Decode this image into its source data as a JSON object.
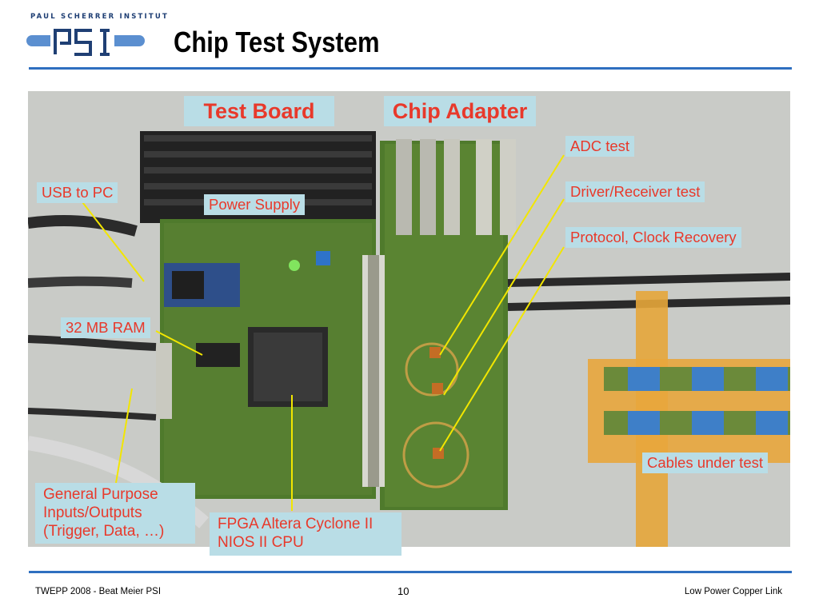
{
  "header": {
    "org_name": "PAUL SCHERRER INSTITUT",
    "logo_text": "PSI",
    "title": "Chip Test System"
  },
  "labels": {
    "test_board": "Test Board",
    "chip_adapter": "Chip Adapter",
    "usb_to_pc": "USB to PC",
    "power_supply": "Power Supply",
    "ram": "32 MB RAM",
    "adc_test": "ADC test",
    "driver_receiver": "Driver/Receiver test",
    "protocol_clock": "Protocol, Clock Recovery",
    "cables_under_test": "Cables under test",
    "gpio": [
      "General Purpose",
      "Inputs/Outputs",
      "(Trigger, Data, …)"
    ],
    "fpga": [
      "FPGA Altera Cyclone II",
      "NIOS II  CPU"
    ]
  },
  "footer": {
    "left": "TWEPP 2008 - Beat Meier PSI",
    "page_number": "10",
    "right": "Low Power Copper Link"
  },
  "colors": {
    "accent_blue": "#2e6fc0",
    "callout_bg": "#b9dde6",
    "callout_text": "#e8392b",
    "pointer_line": "#f2e600",
    "pcb_green": "#4f7a2c"
  }
}
